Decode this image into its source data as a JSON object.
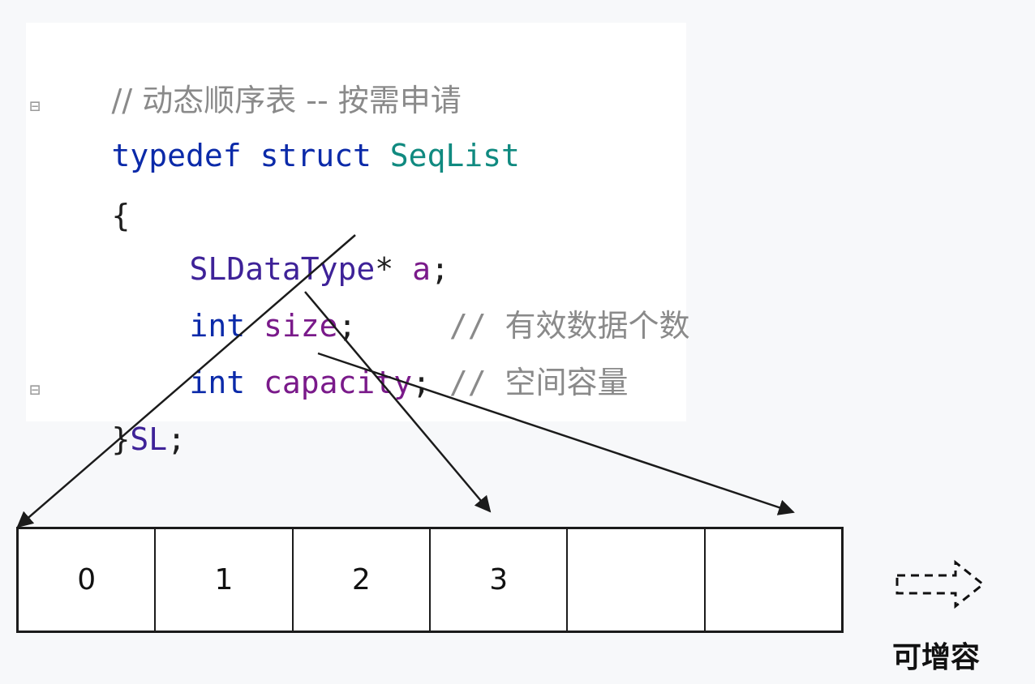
{
  "code": {
    "comment_header": "// 动态顺序表 -- 按需申请",
    "kw_typedef": "typedef",
    "kw_struct": "struct",
    "struct_name": "SeqList",
    "open_brace": "{",
    "field_a_type": "SLDataType",
    "field_a_star": "*",
    "field_a_name": "a",
    "semicolon": ";",
    "kw_int": "int",
    "field_size_name": "size",
    "comment_size_slashes": "//",
    "comment_size_text": "有效数据个数",
    "field_capacity_name": "capacity",
    "comment_capacity_slashes": "//",
    "comment_capacity_text": "空间容量",
    "close_brace": "}",
    "alias_name": "SL"
  },
  "array": {
    "cells": [
      "0",
      "1",
      "2",
      "3",
      "",
      ""
    ]
  },
  "grow_label": "可增容"
}
